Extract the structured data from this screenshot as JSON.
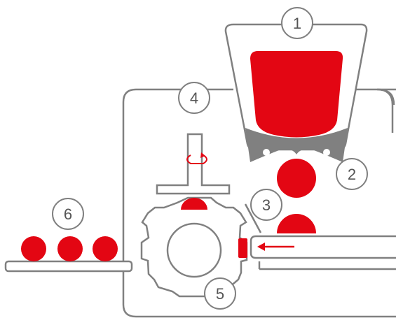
{
  "colors": {
    "red": "#e30613",
    "grey": "#808080",
    "outline": "#808080",
    "background": "#ffffff"
  },
  "labels": {
    "one": "1",
    "two": "2",
    "three": "3",
    "four": "4",
    "five": "5",
    "six": "6"
  },
  "icons": {
    "rotation": "rotation-arrow-icon",
    "direction": "left-arrow-icon"
  }
}
